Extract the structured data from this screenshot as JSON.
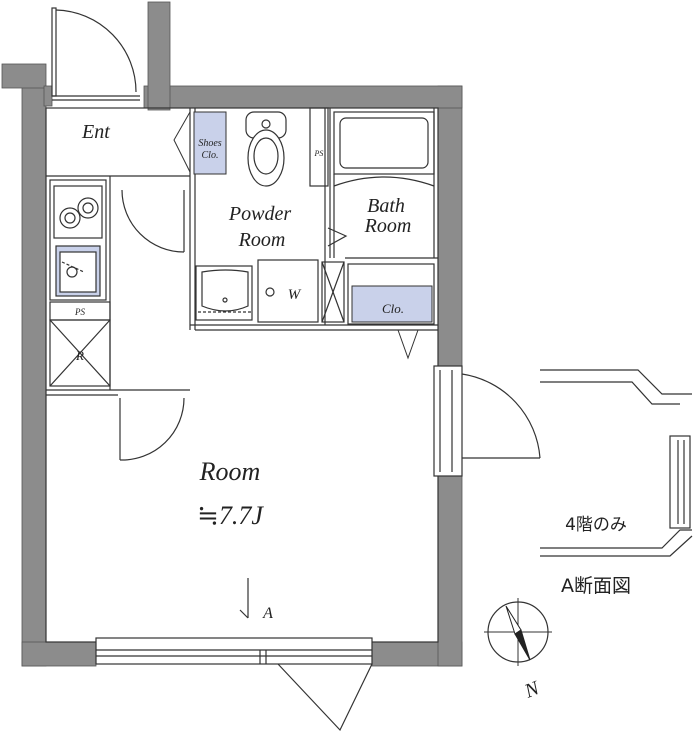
{
  "rooms": {
    "entrance": "Ent",
    "shoes_closet_line1": "Shoes",
    "shoes_closet_line2": "Clo.",
    "pipe_space": "PS",
    "powder_line1": "Powder",
    "powder_line2": "Room",
    "bath_line1": "Bath",
    "bath_line2": "Room",
    "washer": "W",
    "closet": "Clo.",
    "kitchen_ps": "PS",
    "refrigerator": "R",
    "main_room": "Room",
    "main_room_size": "≒7.7J"
  },
  "section": {
    "marker": "A",
    "floor_note": "4階のみ",
    "title": "A断面図"
  },
  "compass": {
    "label": "N"
  },
  "colors": {
    "wall": "#8c8c8c",
    "fixture_fill": "#c9d1ea",
    "line": "#333333"
  }
}
